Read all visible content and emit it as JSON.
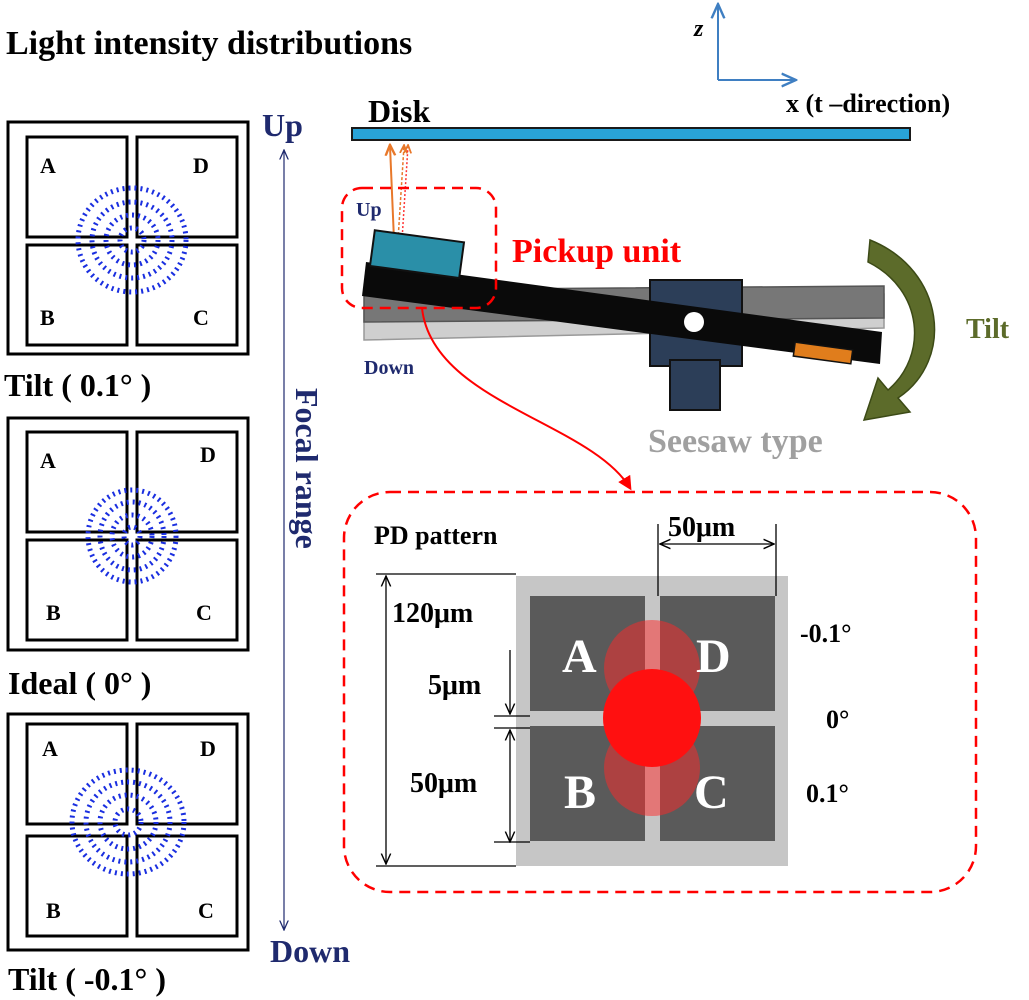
{
  "title": "Light intensity distributions",
  "axes": {
    "z": "z",
    "x": "x (t –direction)"
  },
  "focal": {
    "up": "Up",
    "down": "Down",
    "range": "Focal  range"
  },
  "panels": [
    {
      "quadrants": [
        "A",
        "D",
        "B",
        "C"
      ],
      "caption": "Tilt ( 0.1° )"
    },
    {
      "quadrants": [
        "A",
        "D",
        "B",
        "C"
      ],
      "caption": "Ideal ( 0° )"
    },
    {
      "quadrants": [
        "A",
        "D",
        "B",
        "C"
      ],
      "caption": "Tilt ( -0.1° )"
    }
  ],
  "mechanism": {
    "disk": "Disk",
    "pickup_unit": "Pickup unit",
    "up": "Up",
    "down": "Down",
    "tilt": "Tilt",
    "seesaw": "Seesaw type"
  },
  "pd": {
    "title": "PD pattern",
    "quadrants": [
      "A",
      "D",
      "B",
      "C"
    ],
    "dim_total": "120μm",
    "dim_gap": "5μm",
    "dim_cell": "50μm",
    "dim_top": "50μm",
    "angles": [
      "-0.1°",
      "0°",
      "0.1°"
    ]
  },
  "colors": {
    "navy": "#1f2a6e",
    "red": "#ff0000",
    "dot_blue": "#1a2fe0",
    "disk_blue": "#29a3d8",
    "tilt_green": "#5c6b2a",
    "pd_gray": "#5a5a5a",
    "pd_bg": "#c6c6c6"
  }
}
